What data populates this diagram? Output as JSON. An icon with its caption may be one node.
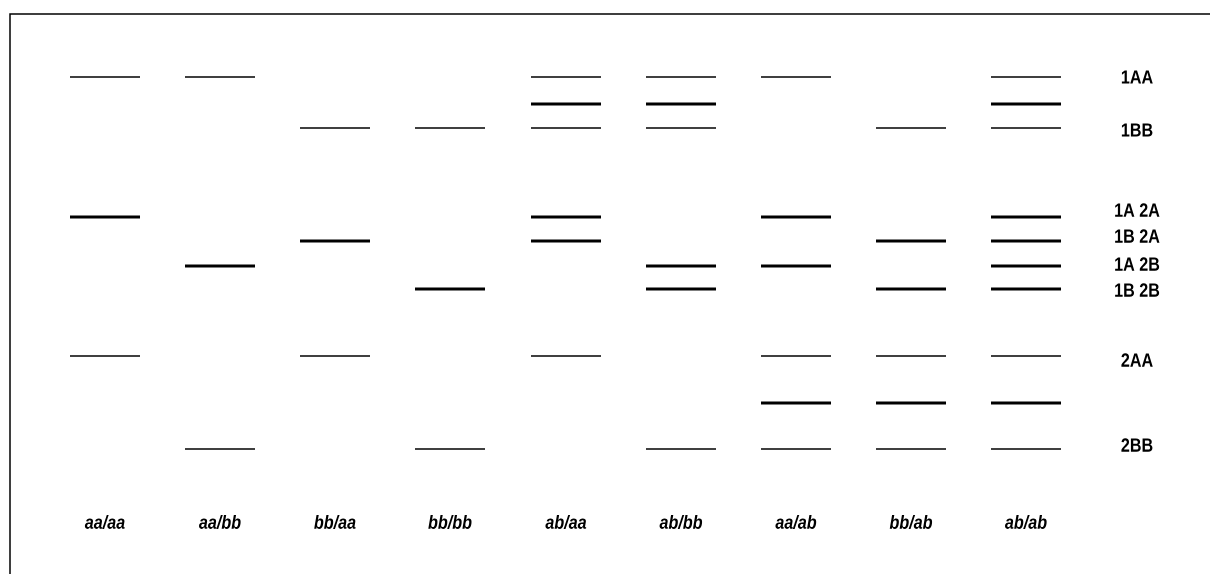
{
  "diagram": {
    "labels": [
      "1AA",
      "1BB",
      "1A 2A",
      "1B 2A",
      "1A 2B",
      "1B 2B",
      "2AA",
      "2BB",
      "aa/aa",
      "aa/bb",
      "bb/aa",
      "bb/bb",
      "ab/aa",
      "ab/bb",
      "aa/ab",
      "bb/ab",
      "ab/ab"
    ]
  }
}
